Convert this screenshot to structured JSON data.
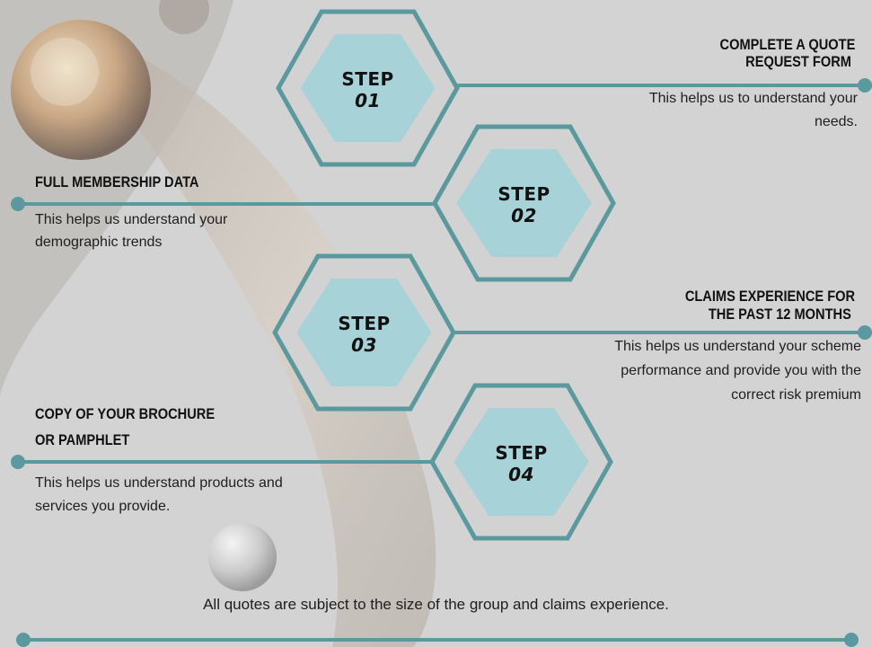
{
  "colors": {
    "background": "#d3d3d3",
    "accent_teal": "#5a9a9e",
    "hex_fill": "#a6d2d8",
    "hex_ring": "#d2d2d2"
  },
  "steps": [
    {
      "label": "STEP",
      "number": "01",
      "title": "COMPLETE A QUOTE",
      "title_line2": "REQUEST FORM",
      "desc_line1": "This helps us to understand your",
      "desc_line2": "needs."
    },
    {
      "label": "STEP",
      "number": "02",
      "title": "FULL MEMBERSHIP DATA",
      "desc_line1": "This helps us understand your",
      "desc_line2": "demographic trends"
    },
    {
      "label": "STEP",
      "number": "03",
      "title": "CLAIMS EXPERIENCE FOR",
      "title_line2": "THE PAST 12 MONTHS",
      "desc_line1": "This helps us  understand your scheme",
      "desc_line2": "performance and provide you with the",
      "desc_line3": "correct risk premium"
    },
    {
      "label": "STEP",
      "number": "04",
      "title": "COPY OF YOUR BROCHURE",
      "title_line2": "OR PAMPHLET",
      "desc_line1": "This helps us understand products and",
      "desc_line2": "services you provide."
    }
  ],
  "footer": {
    "note": "All quotes are subject to the size of the group and claims experience."
  }
}
